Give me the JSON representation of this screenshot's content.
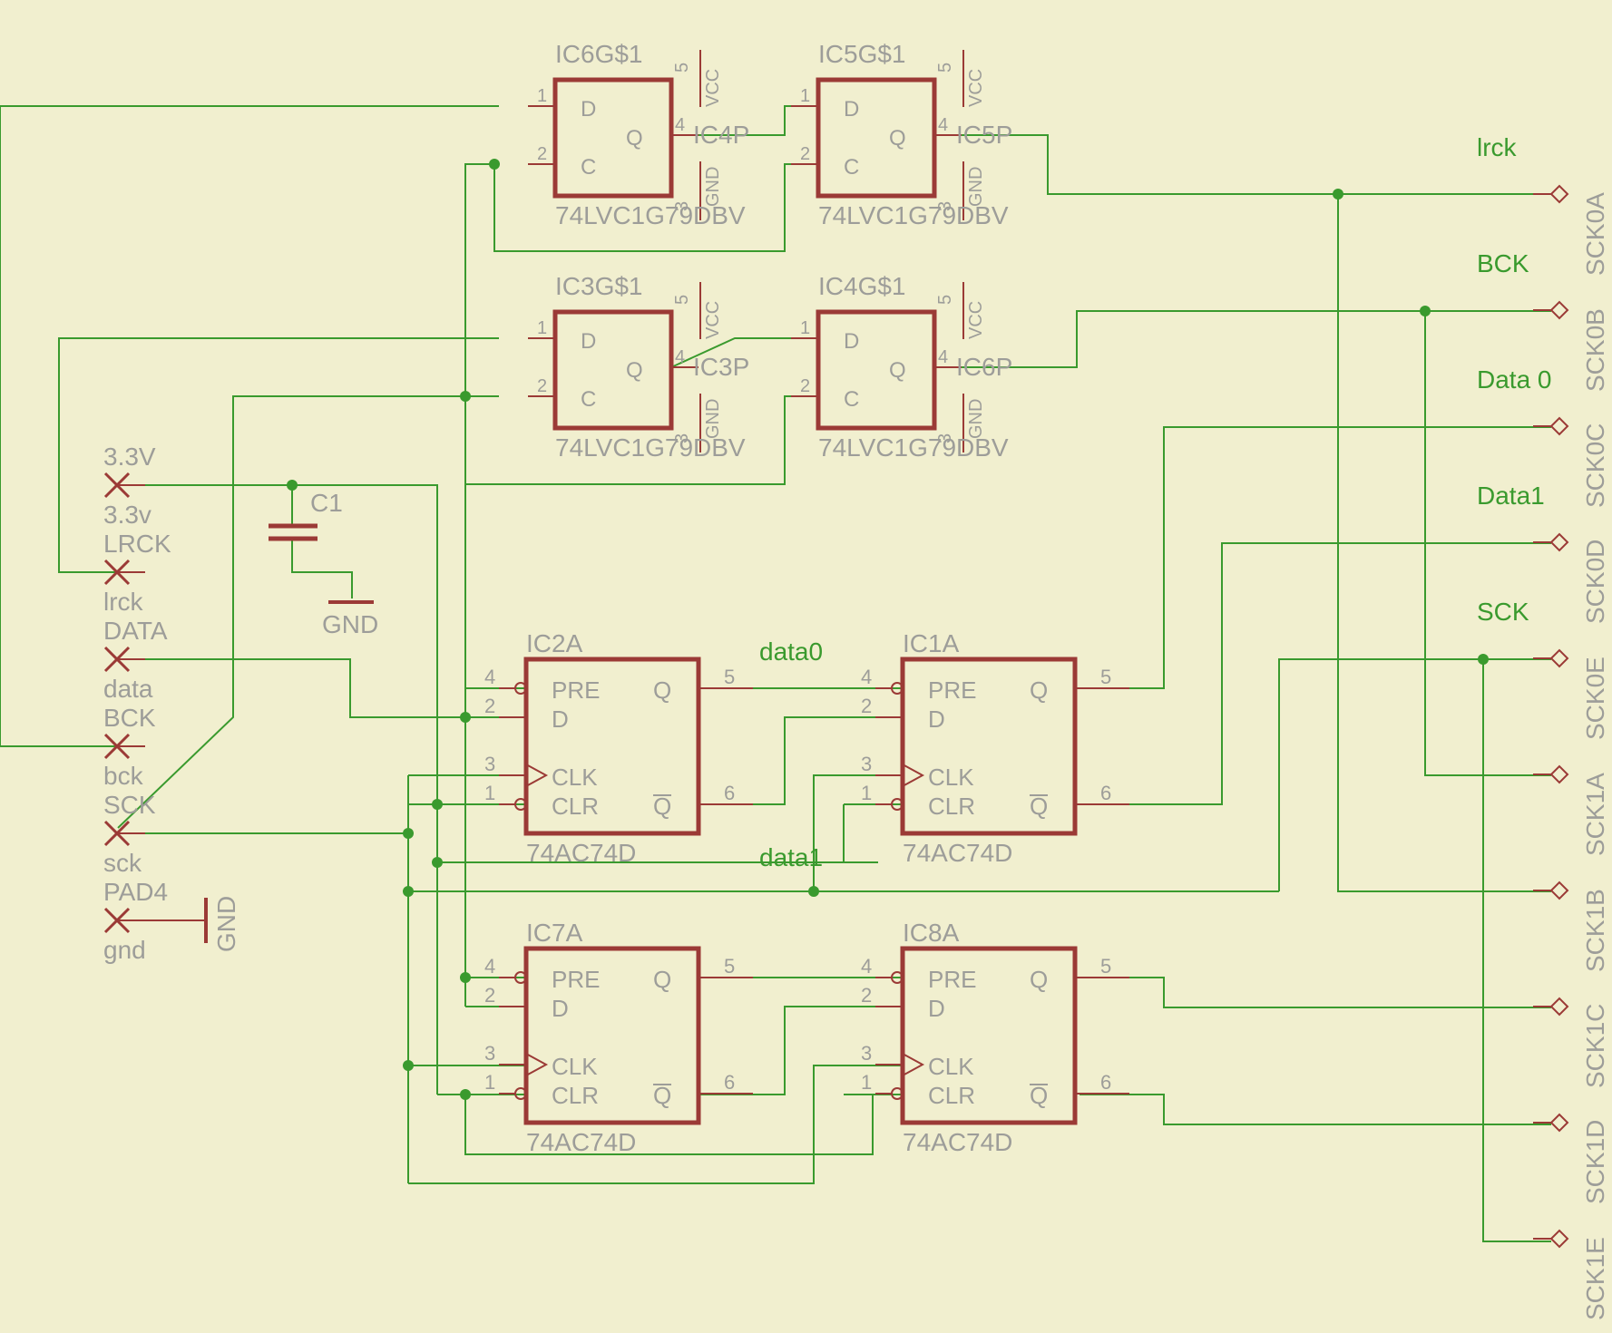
{
  "ff_gates": [
    {
      "name": "IC6G$1",
      "part": "74LVC1G79DBV",
      "out_net": "IC4P",
      "pin_d": "D",
      "pin_c": "C",
      "pin_q": "Q",
      "vcc": "VCC",
      "gnd": "GND",
      "n1": "1",
      "n2": "2",
      "n3": "3",
      "n4": "4",
      "n5": "5"
    },
    {
      "name": "IC5G$1",
      "part": "74LVC1G79DBV",
      "out_net": "IC5P",
      "pin_d": "D",
      "pin_c": "C",
      "pin_q": "Q",
      "vcc": "VCC",
      "gnd": "GND",
      "n1": "1",
      "n2": "2",
      "n3": "3",
      "n4": "4",
      "n5": "5"
    },
    {
      "name": "IC3G$1",
      "part": "74LVC1G79DBV",
      "out_net": "IC3P",
      "pin_d": "D",
      "pin_c": "C",
      "pin_q": "Q",
      "vcc": "VCC",
      "gnd": "GND",
      "n1": "1",
      "n2": "2",
      "n3": "3",
      "n4": "4",
      "n5": "5"
    },
    {
      "name": "IC4G$1",
      "part": "74LVC1G79DBV",
      "out_net": "IC6P",
      "pin_d": "D",
      "pin_c": "C",
      "pin_q": "Q",
      "vcc": "VCC",
      "gnd": "GND",
      "n1": "1",
      "n2": "2",
      "n3": "3",
      "n4": "4",
      "n5": "5"
    }
  ],
  "dff": [
    {
      "name": "IC2A",
      "part": "74AC74D",
      "pre": "PRE",
      "d": "D",
      "clk": "CLK",
      "clr": "CLR",
      "q": "Q",
      "qn": "Q",
      "p4": "4",
      "p2": "2",
      "p3": "3",
      "p1": "1",
      "p5": "5",
      "p6": "6"
    },
    {
      "name": "IC1A",
      "part": "74AC74D",
      "pre": "PRE",
      "d": "D",
      "clk": "CLK",
      "clr": "CLR",
      "q": "Q",
      "qn": "Q",
      "p4": "4",
      "p2": "2",
      "p3": "3",
      "p1": "1",
      "p5": "5",
      "p6": "6"
    },
    {
      "name": "IC7A",
      "part": "74AC74D",
      "pre": "PRE",
      "d": "D",
      "clk": "CLK",
      "clr": "CLR",
      "q": "Q",
      "qn": "Q",
      "p4": "4",
      "p2": "2",
      "p3": "3",
      "p1": "1",
      "p5": "5",
      "p6": "6"
    },
    {
      "name": "IC8A",
      "part": "74AC74D",
      "pre": "PRE",
      "d": "D",
      "clk": "CLK",
      "clr": "CLR",
      "q": "Q",
      "qn": "Q",
      "p4": "4",
      "p2": "2",
      "p3": "3",
      "p1": "1",
      "p5": "5",
      "p6": "6"
    }
  ],
  "pads": [
    {
      "name": "3.3V",
      "value": "3.3v"
    },
    {
      "name": "LRCK",
      "value": "lrck"
    },
    {
      "name": "DATA",
      "value": "data"
    },
    {
      "name": "BCK",
      "value": "bck"
    },
    {
      "name": "SCK",
      "value": "sck"
    },
    {
      "name": "PAD4",
      "value": "gnd"
    }
  ],
  "pad4_gnd": "GND",
  "cap": {
    "name": "C1",
    "gnd": "GND"
  },
  "net_labels": {
    "data0": "data0",
    "data1": "data1"
  },
  "out_labels": [
    "lrck",
    "BCK",
    "Data 0",
    "Data1",
    "SCK"
  ],
  "connectors": [
    "SCK0A",
    "SCK0B",
    "SCK0C",
    "SCK0D",
    "SCK0E",
    "SCK1A",
    "SCK1B",
    "SCK1C",
    "SCK1D",
    "SCK1E"
  ],
  "colors": {
    "background": "#f1efcf",
    "wire": "#3a9a2e",
    "component": "#9b3a36",
    "label": "#9d9d99"
  }
}
